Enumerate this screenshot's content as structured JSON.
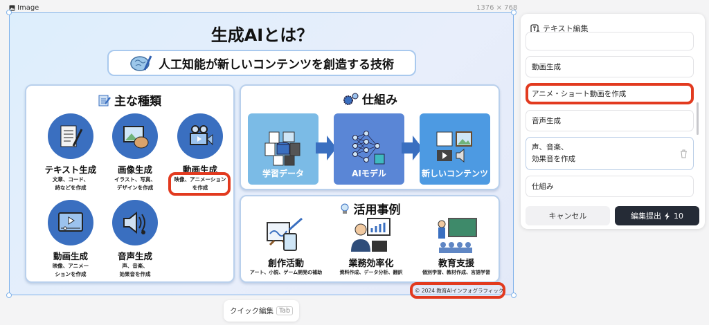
{
  "canvas": {
    "label": "Image",
    "dimensions": "1376 × 768"
  },
  "infographic": {
    "title": "生成AIとは？",
    "subtitle": "人工知能が新しいコンテンツを創造する技術",
    "types": {
      "heading": "主な種類",
      "items": [
        {
          "name": "テキスト生成",
          "desc1": "文章、コード、",
          "desc2": "詩などを作成",
          "icon": "document-quill-icon"
        },
        {
          "name": "画像生成",
          "desc1": "イラスト、写真、",
          "desc2": "デザインを作成",
          "icon": "picture-palette-icon"
        },
        {
          "name": "動画生成",
          "desc1": "映像、アニメーション",
          "desc2": "を作成",
          "icon": "video-camera-icon"
        },
        {
          "name": "動画生成",
          "desc1": "映像、アニメー",
          "desc2": "ションを作成",
          "icon": "video-player-icon"
        },
        {
          "name": "音声生成",
          "desc1": "声、音楽、",
          "desc2": "効果音を作成",
          "icon": "speaker-music-icon"
        }
      ]
    },
    "mechanism": {
      "heading": "仕組み",
      "steps": [
        {
          "label": "学習データ",
          "color": "#7bbbe6"
        },
        {
          "label": "AIモデル",
          "color": "#5a86d6"
        },
        {
          "label": "新しいコンテンツ",
          "color": "#4d9ae2"
        }
      ]
    },
    "use_cases": {
      "heading": "活用事例",
      "items": [
        {
          "name": "創作活動",
          "desc": "アート、小説、ゲーム開発の補助"
        },
        {
          "name": "業務効率化",
          "desc": "資料作成、データ分析、翻訳"
        },
        {
          "name": "教育支援",
          "desc": "個別学習、教材作成、言語学習"
        }
      ]
    },
    "copyright": "© 2024 教育AIインフォグラフィック"
  },
  "quick_edit": {
    "label": "クイック編集",
    "key": "Tab"
  },
  "panel": {
    "title": "テキスト編集",
    "fields": [
      "動画生成",
      "アニメ・ショート動画を作成",
      "音声生成",
      "声、音楽、\n効果音を作成",
      "仕組み"
    ],
    "textarea_line1": "声、音楽、",
    "textarea_line2": "効果音を作成",
    "cancel": "キャンセル",
    "submit": "編集提出",
    "cost": "10"
  },
  "colors": {
    "accent_red": "#e23a1f",
    "dark_button": "#252b36",
    "icon_blue": "#3a6fc0"
  }
}
